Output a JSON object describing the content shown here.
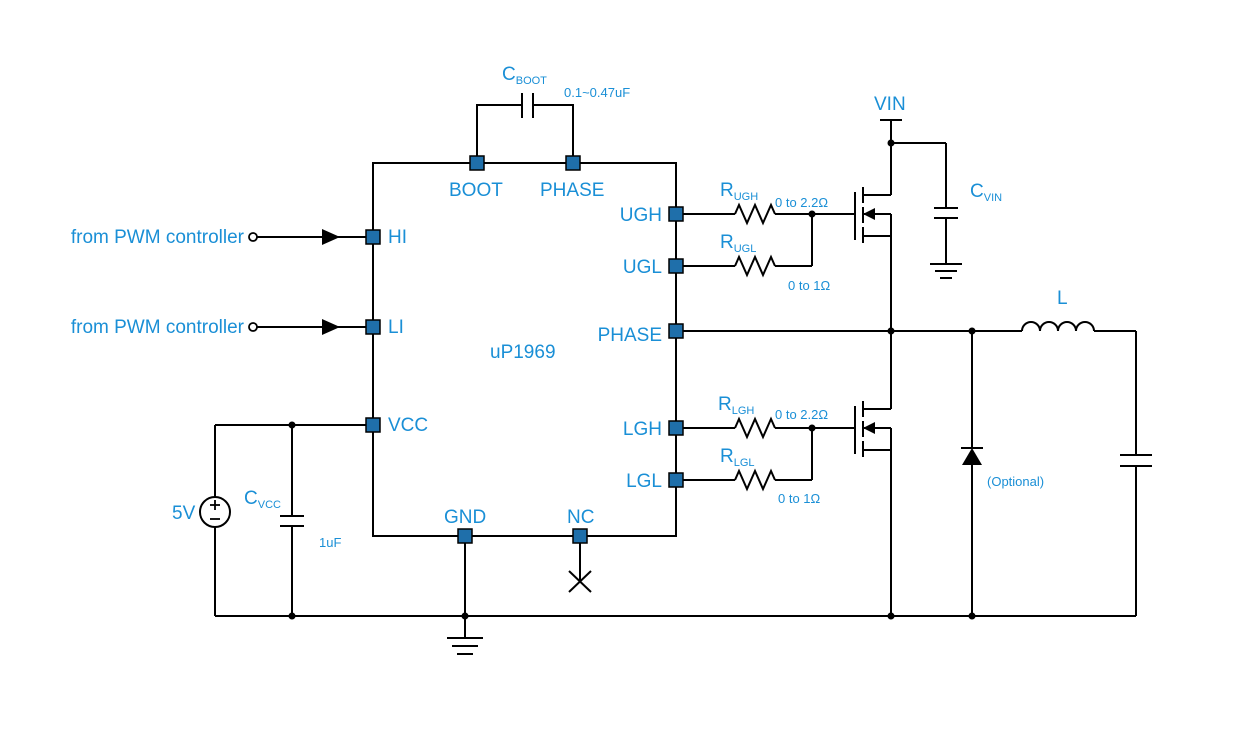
{
  "ic": {
    "name": "uP1969",
    "pins": {
      "hi": "HI",
      "li": "LI",
      "vcc": "VCC",
      "boot": "BOOT",
      "phase_top": "PHASE",
      "ugh": "UGH",
      "ugl": "UGL",
      "phase_right": "PHASE",
      "lgh": "LGH",
      "lgl": "LGL",
      "gnd": "GND",
      "nc": "NC"
    }
  },
  "inputs": {
    "hi_source": "from PWM controller",
    "li_source": "from PWM controller"
  },
  "supply": {
    "source_label": "5V",
    "vin_label": "VIN"
  },
  "components": {
    "cboot": {
      "main": "C",
      "sub": "BOOT",
      "value": "0.1~0.47uF"
    },
    "cvcc": {
      "main": "C",
      "sub": "VCC",
      "value": "1uF"
    },
    "cvin": {
      "main": "C",
      "sub": "VIN"
    },
    "rugh": {
      "main": "R",
      "sub": "UGH",
      "value": "0 to 2.2Ω"
    },
    "rugl": {
      "main": "R",
      "sub": "UGL",
      "value": "0 to 1Ω"
    },
    "rlgh": {
      "main": "R",
      "sub": "LGH",
      "value": "0 to 2.2Ω"
    },
    "rlgl": {
      "main": "R",
      "sub": "LGL",
      "value": "0 to 1Ω"
    },
    "inductor": {
      "label": "L"
    },
    "diode": {
      "note": "(Optional)"
    }
  },
  "colors": {
    "label": "#1a8fd6",
    "pin_fill": "#1f6faa",
    "wire": "#000000"
  }
}
